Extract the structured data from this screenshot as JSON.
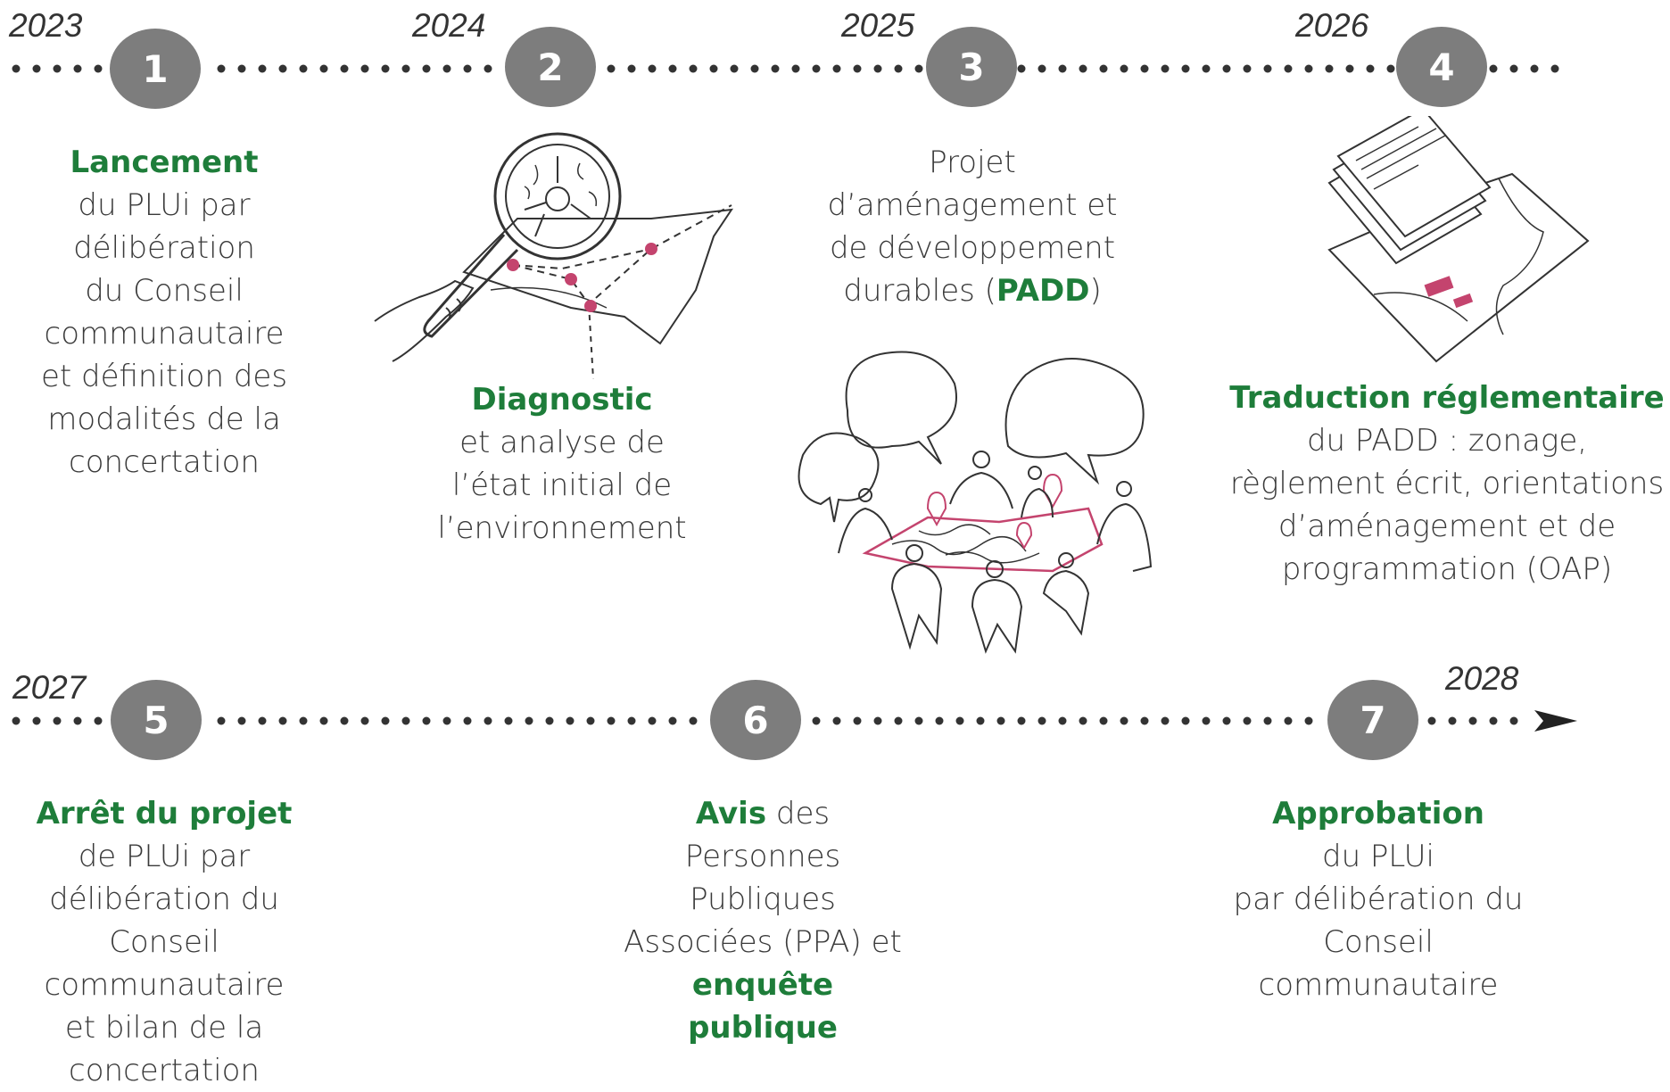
{
  "colors": {
    "accent_green": "#1e7d3a",
    "step_circle": "#7d7d7d",
    "highlight_pink": "#c4446e",
    "text": "#3a3a3a"
  },
  "years": {
    "y2023": "2023",
    "y2024": "2024",
    "y2025": "2025",
    "y2026": "2026",
    "y2027": "2027",
    "y2028": "2028"
  },
  "steps": [
    {
      "number": "1",
      "title": "Lancement",
      "lines": [
        "du PLUi par",
        "délibération",
        "du Conseil",
        "communautaire",
        "et définition des",
        "modalités de la",
        "concertation"
      ]
    },
    {
      "number": "2",
      "title": "Diagnostic",
      "lines": [
        "et analyse de",
        "l’état initial de",
        "l’environnement"
      ]
    },
    {
      "number": "3",
      "lines": [
        "Projet",
        "d’aménagement et",
        "de développement"
      ],
      "last_prefix": "durables (",
      "last_bold": "PADD",
      "last_suffix": ")"
    },
    {
      "number": "4",
      "title": "Traduction réglementaire",
      "lines": [
        "du PADD : zonage,",
        "règlement écrit, orientations",
        "d’aménagement et de",
        "programmation (OAP)"
      ]
    },
    {
      "number": "5",
      "title": "Arrêt du projet",
      "lines": [
        "de PLUi par",
        "délibération du",
        "Conseil",
        "communautaire",
        "et bilan de la",
        "concertation"
      ]
    },
    {
      "number": "6",
      "title": "Avis",
      "title_suffix": " des",
      "lines": [
        "Personnes",
        "Publiques",
        "Associées (PPA) et"
      ],
      "bold_lines": [
        "enquête",
        "publique"
      ]
    },
    {
      "number": "7",
      "title": "Approbation",
      "lines": [
        "du PLUi",
        "par délibération du",
        "Conseil",
        "communautaire"
      ]
    }
  ],
  "icons": {
    "diagnostic": "magnifying-glass-map-icon",
    "padd": "people-discussion-map-icon",
    "regulation": "documents-zoning-map-icon",
    "timeline_end": "arrow-right-icon"
  }
}
